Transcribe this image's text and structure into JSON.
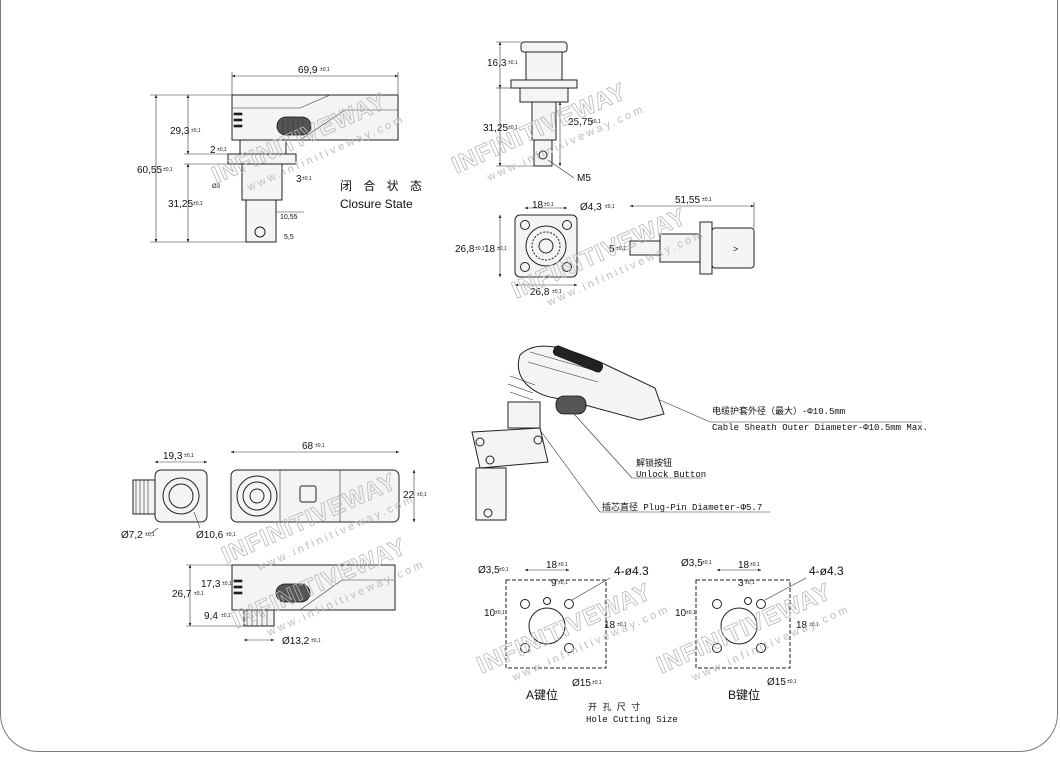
{
  "watermark": {
    "brand": "INFINITIVEWAY",
    "site": "www.infinitiveway.com"
  },
  "closure_state": {
    "cn": "闭 合 状 态",
    "en": "Closure State"
  },
  "side_view_dims": {
    "overall_width": "69,9",
    "height_total": "60,55",
    "upper_height": "29,3",
    "lower_height": "31,25",
    "flange_thk": "2",
    "small_dia": "Ø3",
    "step": "3",
    "pin_len": "10,55",
    "pin_tip": "5,5"
  },
  "top_right_dims": {
    "head_height": "16,3",
    "body_height": "31,25",
    "shaft_height": "25,75",
    "thread": "M5"
  },
  "flange_dims": {
    "pitch_top": "18",
    "hole_dia": "Ø4,3",
    "outer_h": "26,8",
    "pitch_h": "18",
    "outer_w": "26,8",
    "side_len": "51,55",
    "pin_offset": "5"
  },
  "callouts": {
    "cable_cn": "电缆护套外径（最大）-Φ10.5mm",
    "cable_en": "Cable Sheath Outer Diameter-Φ10.5mm Max.",
    "unlock_cn": "解锁按钮",
    "unlock_en": "Unlock Button",
    "pin_cn_en": "插芯直径 Plug-Pin Diameter-Φ5.7"
  },
  "bottom_left_dims": {
    "width_a": "19,3",
    "length": "68",
    "height": "22",
    "dia_small": "Ø7,2",
    "dia_large": "Ø10,6",
    "side_h": "26,7",
    "inner_h": "17,3",
    "foot_h": "9,4",
    "foot_dia": "Ø13,2"
  },
  "hole_a": {
    "small_dia": "Ø3,5",
    "pitch_top": "18",
    "key_offset": "9",
    "holes": "4-ø4.3",
    "left_h": "10",
    "right_h": "18",
    "big_dia": "Ø15",
    "key_label": "A键位"
  },
  "hole_b": {
    "small_dia": "Ø3,5",
    "pitch_top": "18",
    "key_offset": "3",
    "holes": "4-ø4.3",
    "left_h": "10",
    "right_h": "18",
    "big_dia": "Ø15",
    "key_label": "B键位"
  },
  "hole_cutting": {
    "cn": "开   孔   尺   寸",
    "en": "Hole  Cutting  Size"
  },
  "tolerance": "±0,1",
  "colors": {
    "line": "#222222",
    "watermark": "#b8b8b8",
    "frame": "#7a7a7a"
  }
}
